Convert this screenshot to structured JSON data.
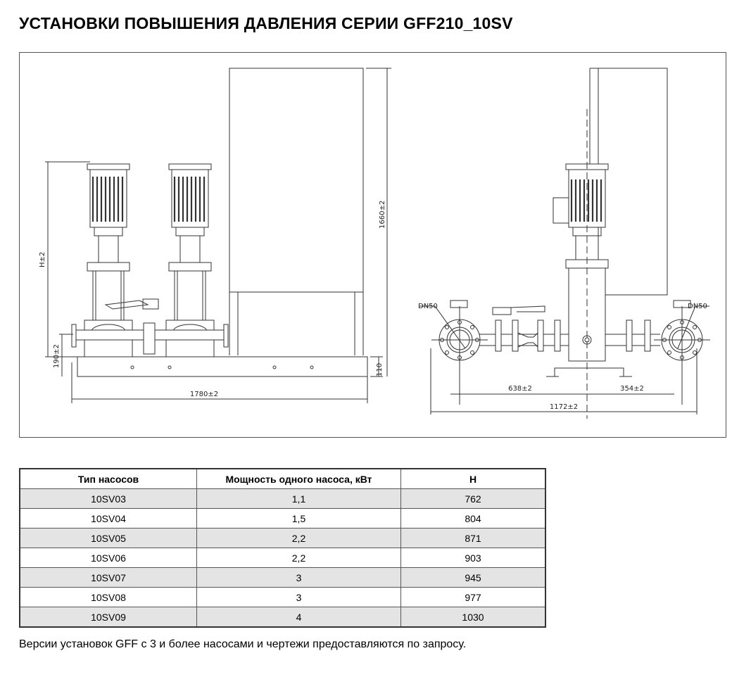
{
  "title": "УСТАНОВКИ ПОВЫШЕНИЯ ДАВЛЕНИЯ СЕРИИ GFF210_10SV",
  "drawing": {
    "front_view": {
      "height_label": "H±2",
      "inlet_height": "190±2",
      "length": "1780±2",
      "cabinet_height": "1660±2",
      "base_height": "110"
    },
    "side_view": {
      "dn_left": "DN50",
      "dn_right": "DN50",
      "dim_left": "638±2",
      "dim_right": "354±2",
      "total_width": "1172±2"
    }
  },
  "table": {
    "headers": [
      "Тип насосов",
      "Мощность одного насоса, кВт",
      "H"
    ],
    "rows": [
      [
        "10SV03",
        "1,1",
        "762"
      ],
      [
        "10SV04",
        "1,5",
        "804"
      ],
      [
        "10SV05",
        "2,2",
        "871"
      ],
      [
        "10SV06",
        "2,2",
        "903"
      ],
      [
        "10SV07",
        "3",
        "945"
      ],
      [
        "10SV08",
        "3",
        "977"
      ],
      [
        "10SV09",
        "4",
        "1030"
      ]
    ]
  },
  "note": "Версии установок GFF с 3 и более насосами и чертежи предоставляются по запросу."
}
